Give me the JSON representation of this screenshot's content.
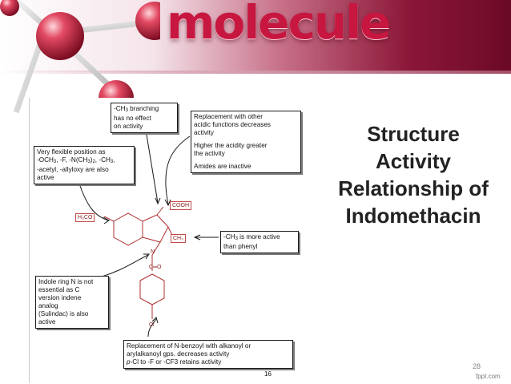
{
  "banner": {
    "word": "molecule"
  },
  "title": {
    "lines": [
      "Structure",
      "Activity",
      "Relationship of",
      "Indomethacin"
    ]
  },
  "diagram": {
    "boxes": {
      "ch3_branching": {
        "line1": "-CH",
        "sub": "3",
        "line1b": " branching",
        "line2": "has no effect",
        "line3": "on activity"
      },
      "acidic": {
        "p1a": "Replacement with other",
        "p1b": "acidic functions decreases",
        "p1c": "activity",
        "p2a": "Higher the acidity greater",
        "p2b": "the activity",
        "p3": "Amides are inactive"
      },
      "flexible": {
        "l1": "Very flexible position as",
        "l2a": "-OCH",
        "l2s1": "3",
        "l2b": ", -F, -N(CH",
        "l2s2": "3",
        "l2c": ")",
        "l2s3": "2",
        "l2d": ", -CH",
        "l2s4": "3",
        "l2e": ",",
        "l3": "-acetyl, -allyloxy are also",
        "l4": "active"
      },
      "ch3_active": {
        "l1a": "-CH",
        "l1s": "3",
        "l1b": " is more active",
        "l2": "than phenyl"
      },
      "indole": {
        "l1": "Indole ring N is not",
        "l2": "essential as C",
        "l3": "version indene",
        "l4": "analog",
        "l5": "(Sulindac) is also",
        "l6": "active"
      },
      "benzoyl": {
        "l1": "Replacement of N-benzoyl with alkanoyl or",
        "l2": "arylalkanoyl gps. decreases activity",
        "l3a": "p",
        "l3b": "-Cl to -F or -CF3 retains activity"
      }
    },
    "chem_labels": {
      "h3co": "H₃CO",
      "cooh": "COOH",
      "ch3": "CH₃",
      "n": "N",
      "carbonyl": "C═O",
      "cl": "Cl"
    },
    "page_number": "16"
  },
  "slide_number": "28",
  "watermark": "fppt.com"
}
